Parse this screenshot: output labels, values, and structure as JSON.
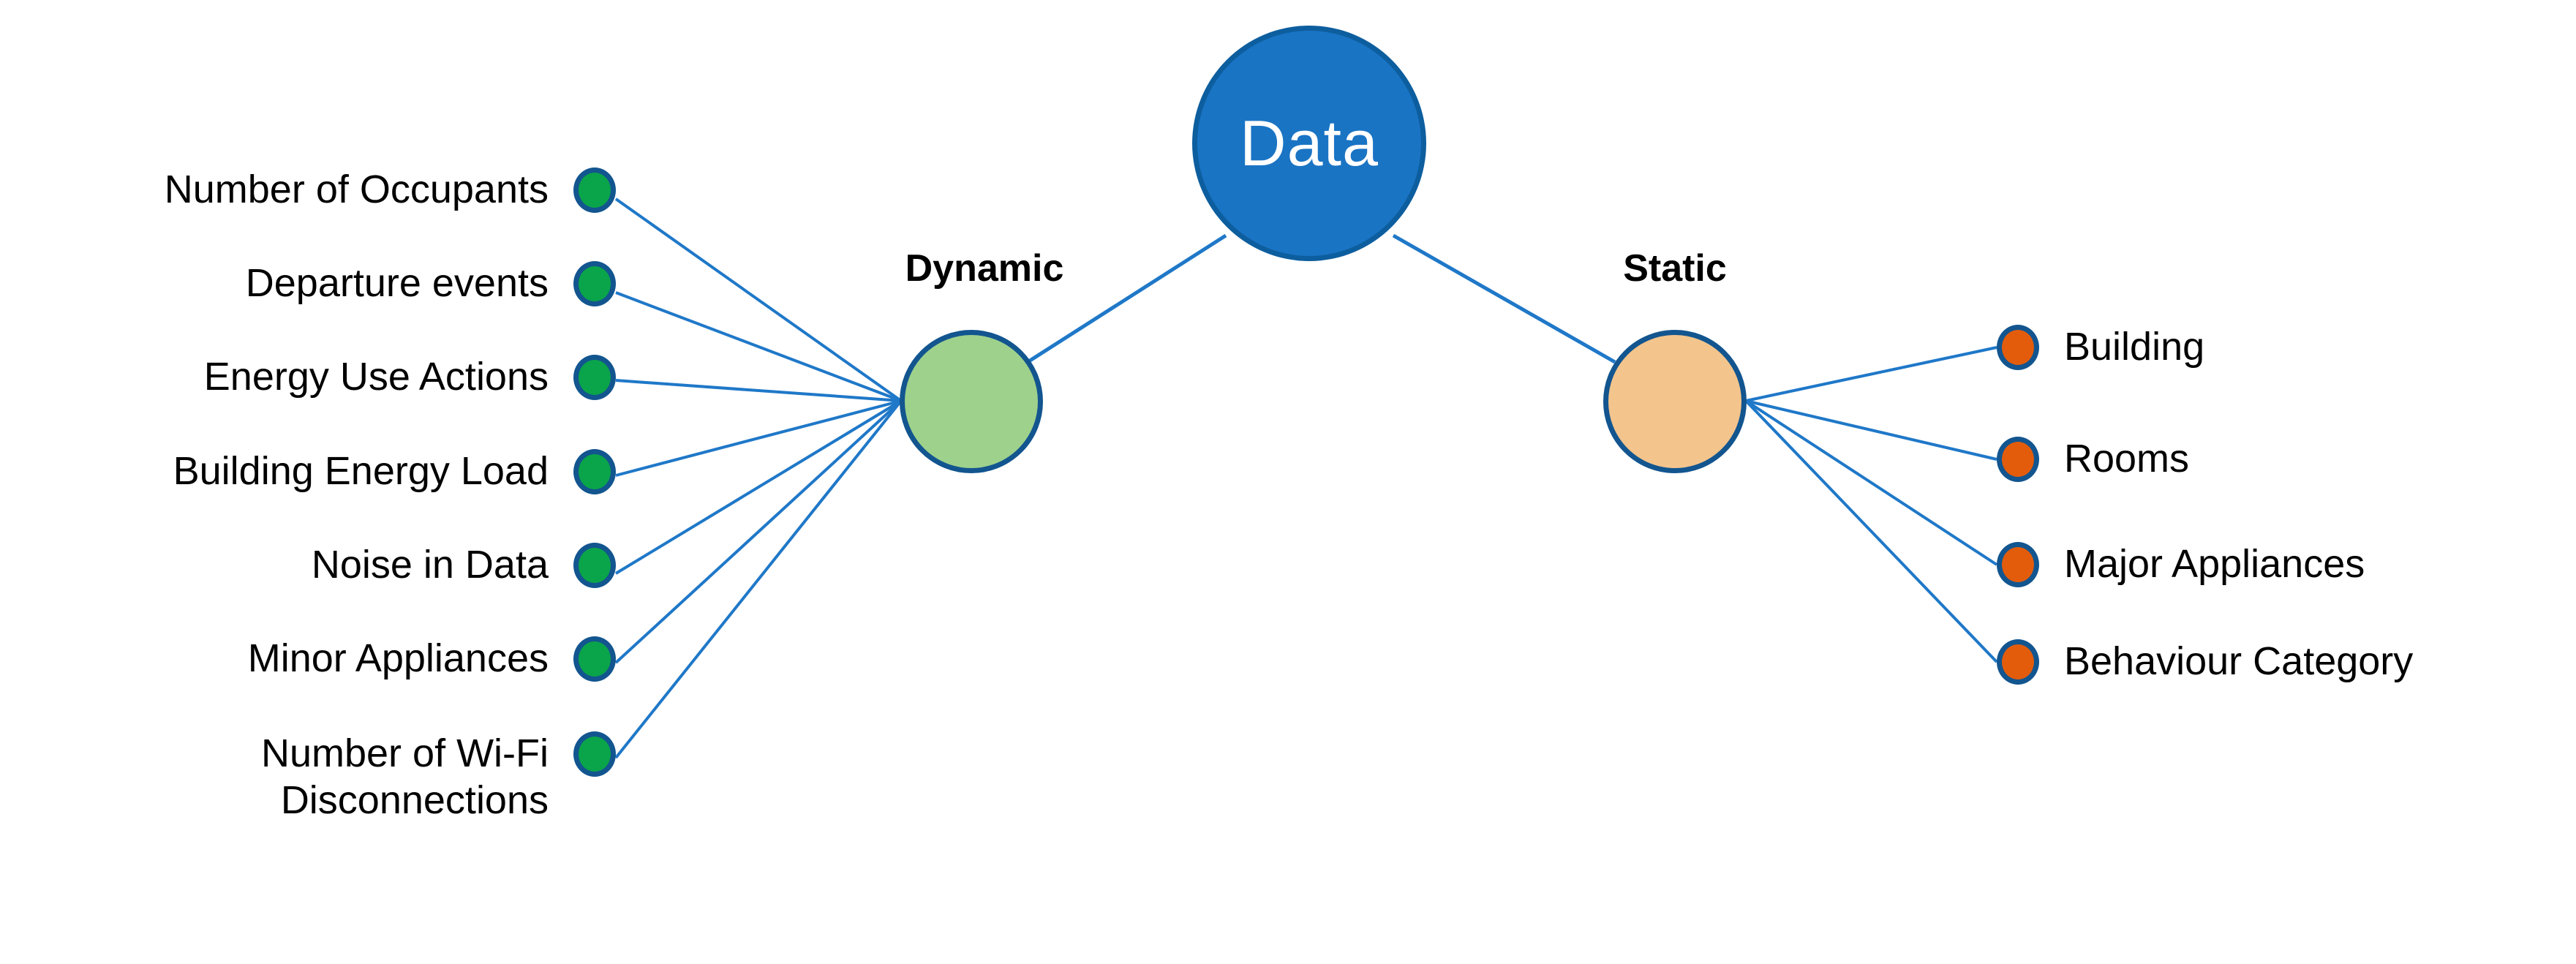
{
  "diagram": {
    "title_node": {
      "label": "Data",
      "fill": "#1a74c4",
      "stroke": "#0d5e9e",
      "text_color": "#ffffff"
    },
    "branches": [
      {
        "id": "dynamic",
        "label": "Dynamic",
        "fill": "#9ed18c",
        "stroke": "#12558f",
        "side": "left"
      },
      {
        "id": "static",
        "label": "Static",
        "fill": "#f3c48c",
        "stroke": "#12558f",
        "side": "right"
      }
    ],
    "dynamic_items": [
      {
        "label": "Number of Occupants"
      },
      {
        "label": "Departure events"
      },
      {
        "label": "Energy Use Actions"
      },
      {
        "label": "Building Energy Load"
      },
      {
        "label": "Noise in Data"
      },
      {
        "label": "Minor Appliances"
      },
      {
        "label": "Number of Wi-Fi",
        "label_line2": "Disconnections"
      }
    ],
    "static_items": [
      {
        "label": "Building"
      },
      {
        "label": "Rooms"
      },
      {
        "label": "Major Appliances"
      },
      {
        "label": "Behaviour Category"
      }
    ],
    "colors": {
      "leaf_green": "#0aa44a",
      "leaf_orange": "#e25c0c",
      "node_stroke": "#12558f",
      "edge": "#1f78c8",
      "background": "#ffffff"
    }
  }
}
